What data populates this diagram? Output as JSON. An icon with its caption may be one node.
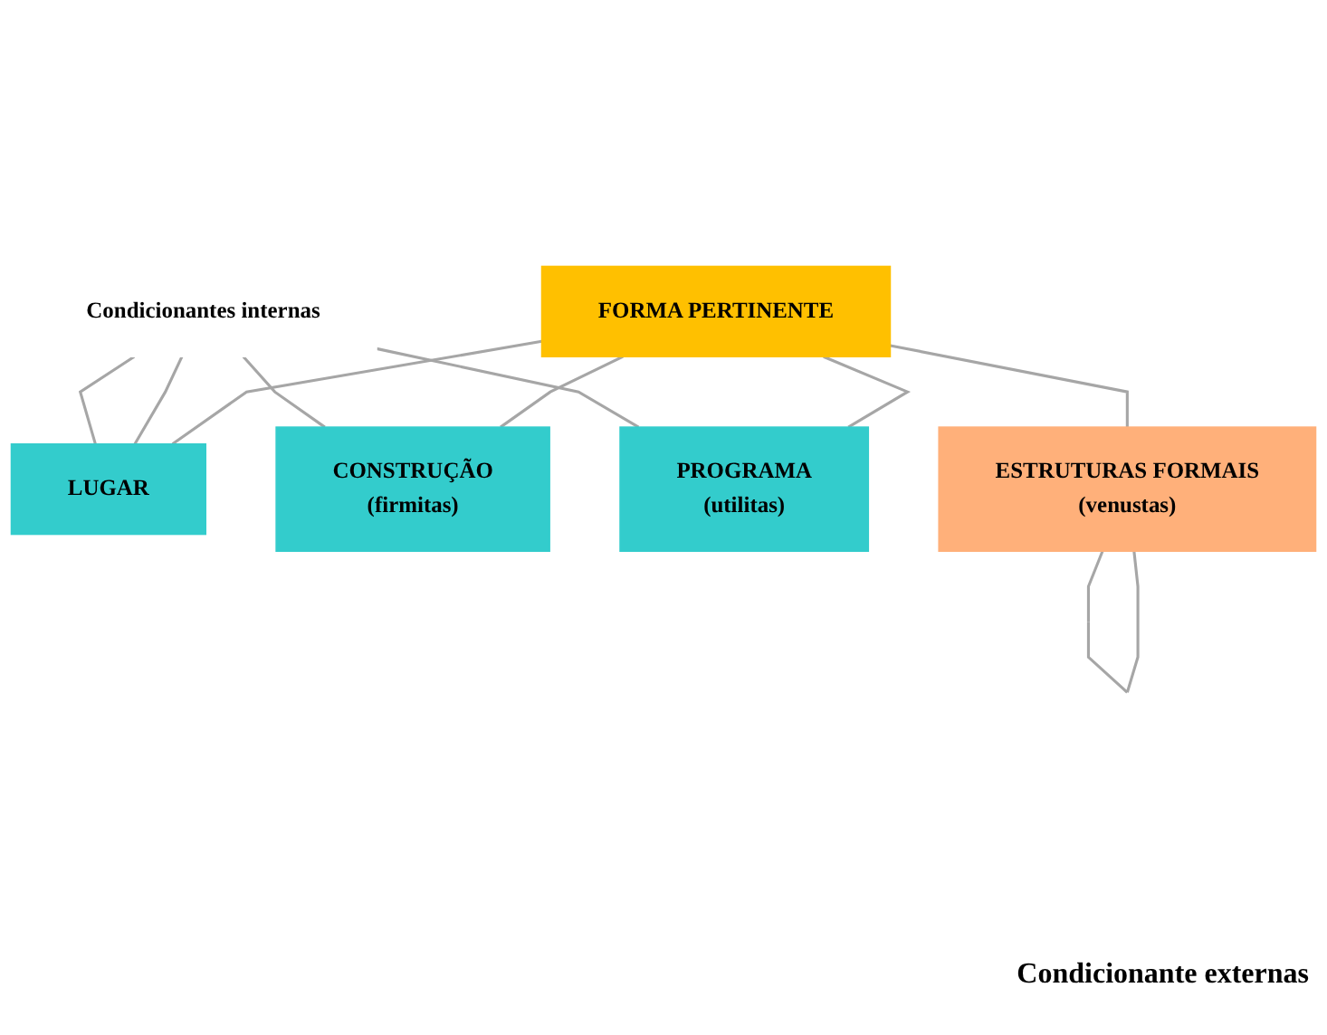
{
  "diagram": {
    "nodes": [
      {
        "text": [
          "Condicionantes internas"
        ]
      },
      {
        "text": [
          "LUGAR"
        ]
      },
      {
        "text": [
          "CONSTRUÇÃO",
          "(firmitas)"
        ]
      },
      {
        "text": [
          "FORMA PERTINENTE"
        ]
      },
      {
        "text": [
          "PROGRAMA",
          "(utilitas)"
        ]
      },
      {
        "text": [
          "ESTRUTURAS FORMAIS",
          "(venustas)"
        ]
      }
    ],
    "edges": [
      {
        "from": 0,
        "to": 1,
        "arrow": "none"
      },
      {
        "from": 0,
        "to": 2,
        "arrow": "none"
      },
      {
        "from": 0,
        "to": 1,
        "arrow": "none"
      },
      {
        "from": 0,
        "to": 4,
        "arrow": "none"
      },
      {
        "from": 3,
        "to": 1,
        "arrow": "none"
      },
      {
        "from": 3,
        "to": 2,
        "arrow": "none"
      },
      {
        "from": 3,
        "to": 4,
        "arrow": "none"
      },
      {
        "from": 3,
        "to": 5,
        "arrow": "none"
      },
      {
        "from": 5,
        "to": 5,
        "arrow": "none"
      }
    ],
    "labels": [
      "Condicionante externas"
    ]
  }
}
